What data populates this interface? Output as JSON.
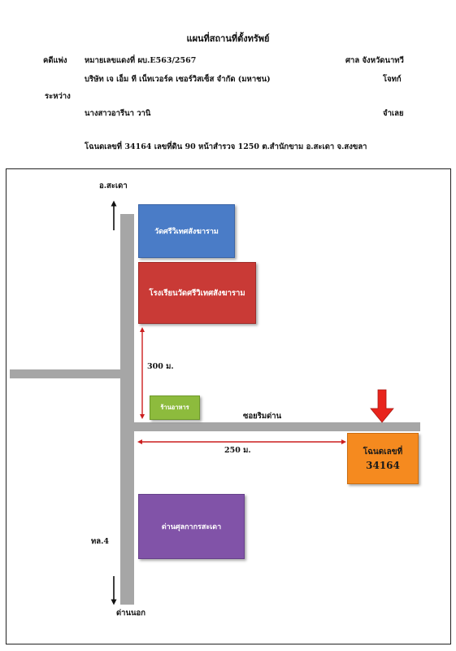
{
  "header": {
    "title": "แผนที่สถานที่ตั้งทรัพย์",
    "case_type": "คดีแพ่ง",
    "case_number": "หมายเลขแดงที่  ผบ.E563/2567",
    "court": "ศาล จังหวัดนาทวี",
    "plaintiff_name": "บริษัท เจ เอ็ม ที เน็ทเวอร์ค เซอร์วิสเซ็ส จำกัด (มหาชน)",
    "plaintiff_role": "โจทก์",
    "between_label": "ระหว่าง",
    "defendant_name": "นางสาวอารีนา  วานิ",
    "defendant_role": "จำเลย",
    "deed_line": "โฉนดเลขที่  34164  เลขที่ดิน  90  หน้าสำรวจ  1250  ต.สำนักขาม  อ.สะเดา  จ.สงขลา"
  },
  "map": {
    "north_label": "อ.สะเดา",
    "south_label": "ด่านนอก",
    "highway_label": "ทล.4",
    "side_road_label": "ซอยริมด่าน",
    "distance_vertical": "300 ม.",
    "distance_horizontal": "250 ม.",
    "landmarks": {
      "temple": "วัดศรีวิเทศสังฆาราม",
      "school": "โรงเรียนวัดศรีวิเทศสังฆาราม",
      "restaurant": "ร้านอาหาร",
      "customs": "ด่านศุลกากรสะเดา"
    },
    "target": {
      "label_line1": "โฉนดเลขที่",
      "label_line2": "34164"
    },
    "colors": {
      "road": "#a6a6a6",
      "temple_box": "#4a7cc7",
      "school_box": "#c93a36",
      "restaurant_box": "#8dbb3d",
      "customs_box": "#8153a8",
      "target_box": "#f58a1f",
      "pointer_arrow": "#e8241c",
      "distance_arrow": "#cc1f1f"
    }
  }
}
